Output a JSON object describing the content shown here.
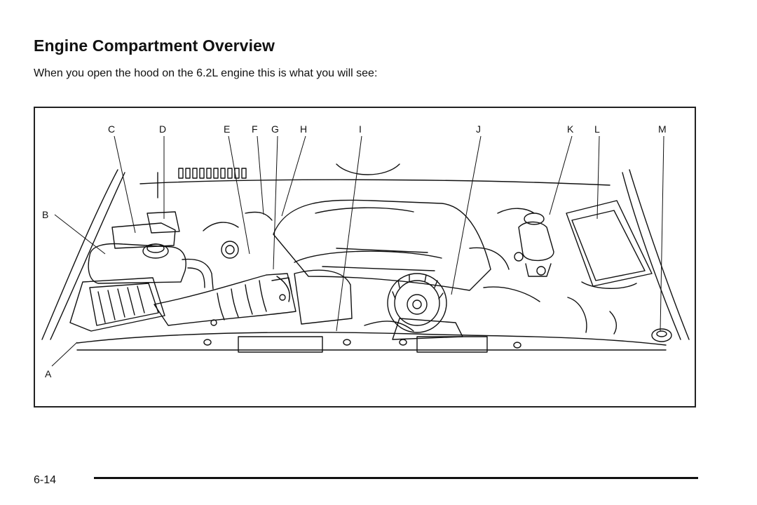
{
  "heading": "Engine Compartment Overview",
  "intro_text": "When you open the hood on the 6.2L engine this is what you will see:",
  "callouts": {
    "A": "A",
    "B": "B",
    "C": "C",
    "D": "D",
    "E": "E",
    "F": "F",
    "G": "G",
    "H": "H",
    "I": "I",
    "J": "J",
    "K": "K",
    "L": "L",
    "M": "M"
  },
  "page_number": "6-14"
}
